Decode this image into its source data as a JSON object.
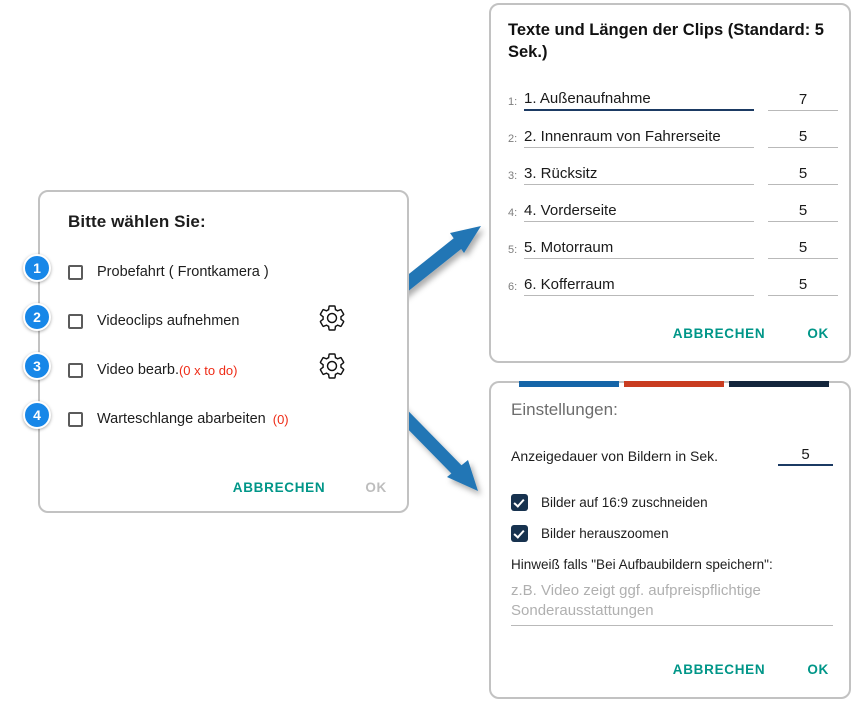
{
  "colors": {
    "accent_teal": "#009688",
    "badge_blue": "#1787e8",
    "arrow_blue": "#2176b5",
    "red_count": "#ee2b16",
    "checkbox_navy": "#17324f",
    "focus_navy": "#1b3a63",
    "stripe_blue": "#1565a8",
    "stripe_red": "#c93c20",
    "stripe_navy": "#14263c",
    "disabled_gray": "#bdbdbd"
  },
  "main_dialog": {
    "title": "Bitte wählen Sie:",
    "options": [
      {
        "label": "Probefahrt ( Frontkamera )",
        "count": "",
        "checked": false,
        "gear": false
      },
      {
        "label": "Videoclips aufnehmen",
        "count": "",
        "checked": false,
        "gear": true
      },
      {
        "label": "Video bearb.",
        "count": "(0 x to do)",
        "checked": false,
        "gear": true
      },
      {
        "label": "Warteschlange abarbeiten",
        "count": "(0)",
        "checked": false,
        "gear": false
      }
    ],
    "cancel_label": "ABBRECHEN",
    "ok_label": "OK",
    "ok_disabled": true
  },
  "step_badges": [
    "1",
    "2",
    "3",
    "4"
  ],
  "clips_dialog": {
    "title": "Texte und Längen der Clips (Standard: 5 Sek.)",
    "rows": [
      {
        "index": "1:",
        "text": "1. Außenaufnahme",
        "length": "7",
        "focused": true
      },
      {
        "index": "2:",
        "text": "2. Innenraum von Fahrerseite",
        "length": "5",
        "focused": false
      },
      {
        "index": "3:",
        "text": "3. Rücksitz",
        "length": "5",
        "focused": false
      },
      {
        "index": "4:",
        "text": "4. Vorderseite",
        "length": "5",
        "focused": false
      },
      {
        "index": "5:",
        "text": "5. Motorraum",
        "length": "5",
        "focused": false
      },
      {
        "index": "6:",
        "text": "6. Kofferraum",
        "length": "5",
        "focused": false
      }
    ],
    "cancel_label": "ABBRECHEN",
    "ok_label": "OK"
  },
  "settings_dialog": {
    "title": "Einstellungen:",
    "duration_label": "Anzeigedauer von Bildern in Sek.",
    "duration_value": "5",
    "checkboxes": [
      {
        "label": "Bilder auf 16:9 zuschneiden",
        "checked": true
      },
      {
        "label": "Bilder herauszoomen",
        "checked": true
      }
    ],
    "hint_label": "Hinweiß falls \"Bei Aufbaubildern speichern\":",
    "hint_placeholder": "z.B. Video zeigt ggf. aufpreispflichtige Sonderausstattungen",
    "cancel_label": "ABBRECHEN",
    "ok_label": "OK"
  },
  "icons": {
    "gear": "gear-icon",
    "arrow": "arrow-icon"
  }
}
